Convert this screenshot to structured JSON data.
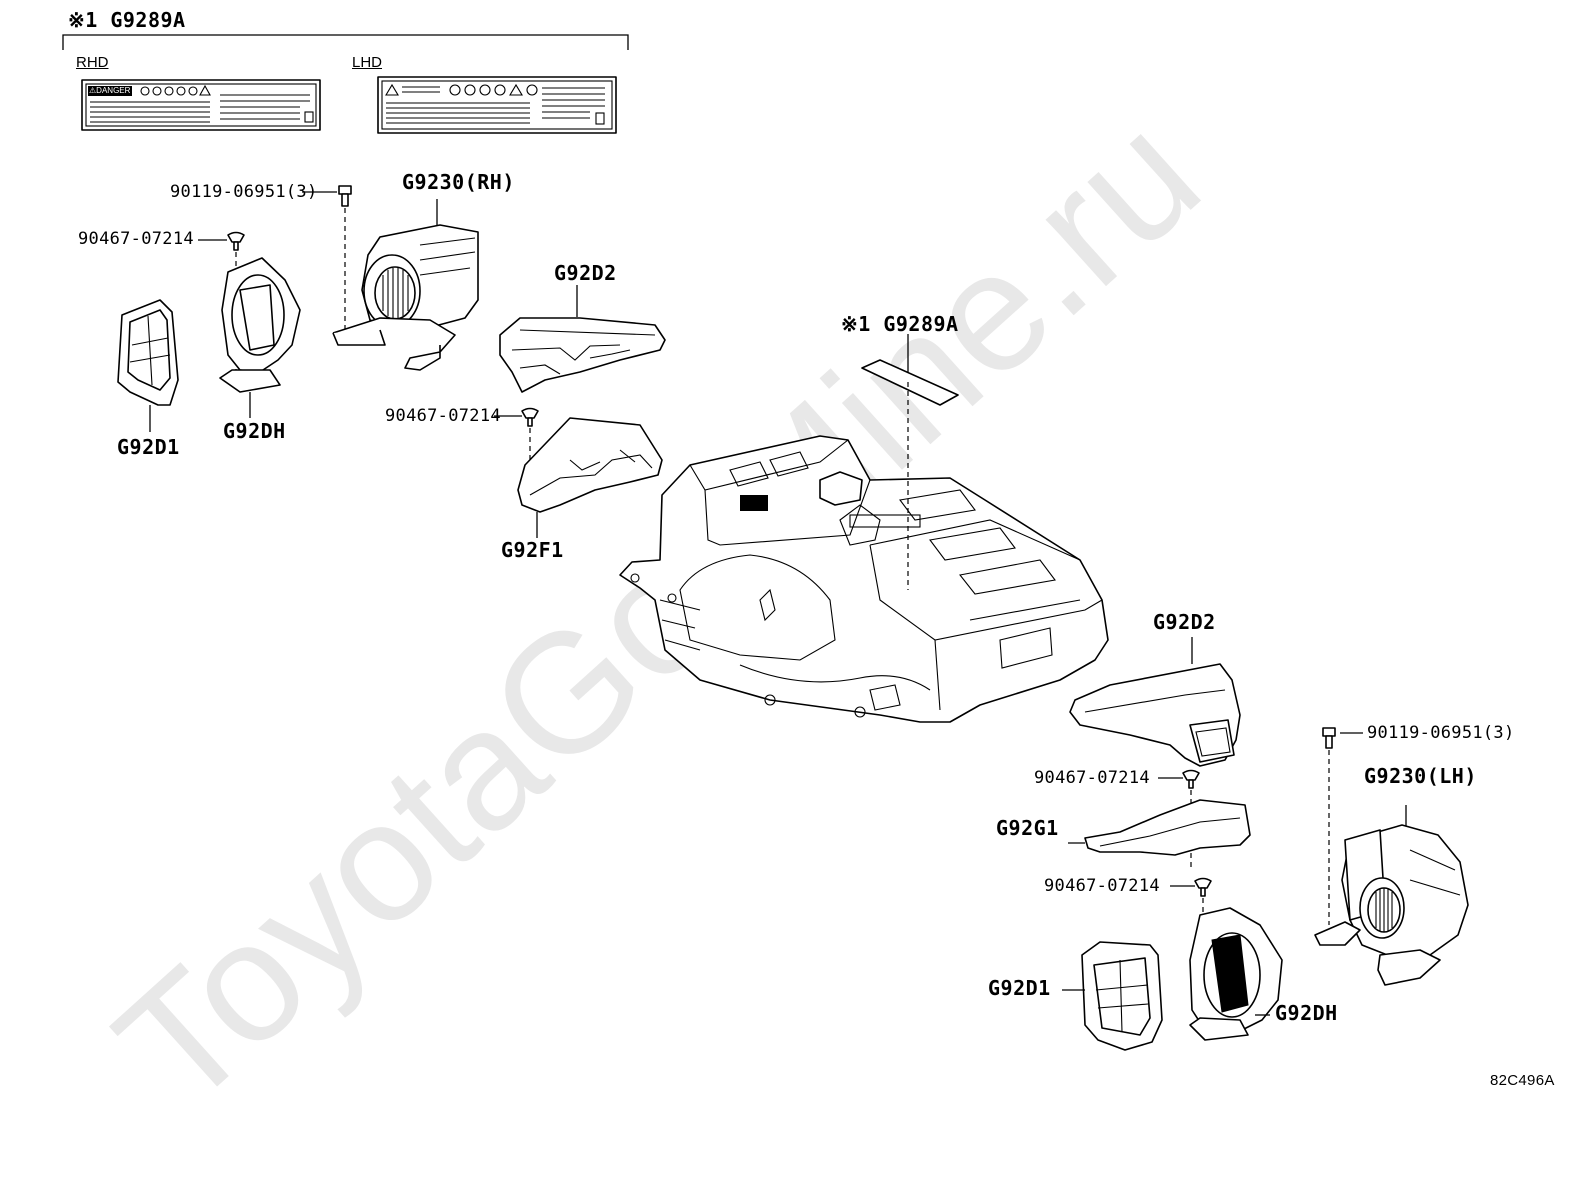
{
  "watermark": "ToyotaGosMine.ru",
  "label_section": {
    "title": "※1 G9289A",
    "rhd_label": "RHD",
    "lhd_label": "LHD",
    "rhd_sticker_word": "⚠DANGER"
  },
  "callouts": {
    "bolt_rh": "90119-06951(3)",
    "blower_rh": "G9230(RH)",
    "clip_left": "90467-07214",
    "duct_d1_left": "G92D1",
    "duct_dh_left": "G92DH",
    "duct_d2_top": "G92D2",
    "clip_mid": "90467-07214",
    "duct_f1": "G92F1",
    "label_battery": "※1 G9289A",
    "duct_d2_right": "G92D2",
    "bolt_lh": "90119-06951(3)",
    "clip_right1": "90467-07214",
    "duct_g1": "G92G1",
    "blower_lh": "G9230(LH)",
    "clip_right2": "90467-07214",
    "duct_d1_right": "G92D1",
    "duct_dh_right": "G92DH"
  },
  "diagram_code": "82C496A"
}
